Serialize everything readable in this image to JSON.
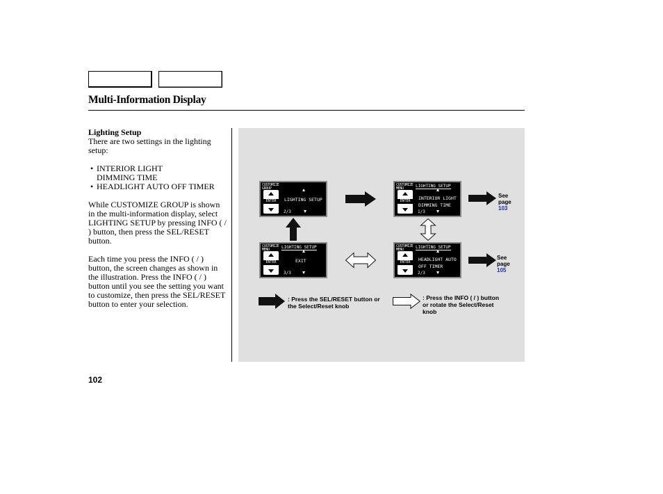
{
  "header": {
    "title": "Multi-Information Display"
  },
  "text": {
    "heading": "Lighting Setup",
    "intro": "There are two settings in the lighting setup:",
    "bullets": [
      "INTERIOR LIGHT DIMMING TIME",
      "HEADLIGHT AUTO OFF TIMER"
    ],
    "para1": "While CUSTOMIZE GROUP is shown in the multi-information display, select LIGHTING SETUP by pressing INFO (    /    ) button, then press the SEL/RESET button.",
    "para2": "Each time you press the INFO (    /    ) button, the screen changes as shown in the illustration. Press the INFO (    /    ) button until you see the setting you want to customize, then press the SEL/RESET button to enter your selection."
  },
  "screens": {
    "s1": {
      "side_top": "CUSTOMIZE",
      "side_bottom": "GROUP",
      "enter": "ENTER",
      "lines": "LIGHTING SETUP",
      "frac": "2/3"
    },
    "s2": {
      "side_top": "CUSTOMIZE",
      "side_bottom": "MENU",
      "enter": "ENTER",
      "header": "LIGHTING SETUP",
      "lines": "INTERIOR LIGHT\nDIMMING TIME",
      "frac": "1/3"
    },
    "s3": {
      "side_top": "CUSTOMIZE",
      "side_bottom": "MENU",
      "enter": "ENTER",
      "header": "LIGHTING SETUP",
      "lines": "EXIT",
      "frac": "3/3"
    },
    "s4": {
      "side_top": "CUSTOMIZE",
      "side_bottom": "MENU",
      "enter": "ENTER",
      "header": "LIGHTING SETUP",
      "lines": "HEADLIGHT AUTO\nOFF TIMER",
      "frac": "2/3"
    }
  },
  "see_refs": [
    {
      "label": "See page",
      "page": "103"
    },
    {
      "label": "See page",
      "page": "105"
    }
  ],
  "legend": {
    "black_arrow": ": Press the SEL/RESET button or the Select/Reset knob",
    "white_arrow": ": Press the INFO (    /    ) button or rotate the Select/Reset knob"
  },
  "footer": {
    "page_number": "102"
  }
}
